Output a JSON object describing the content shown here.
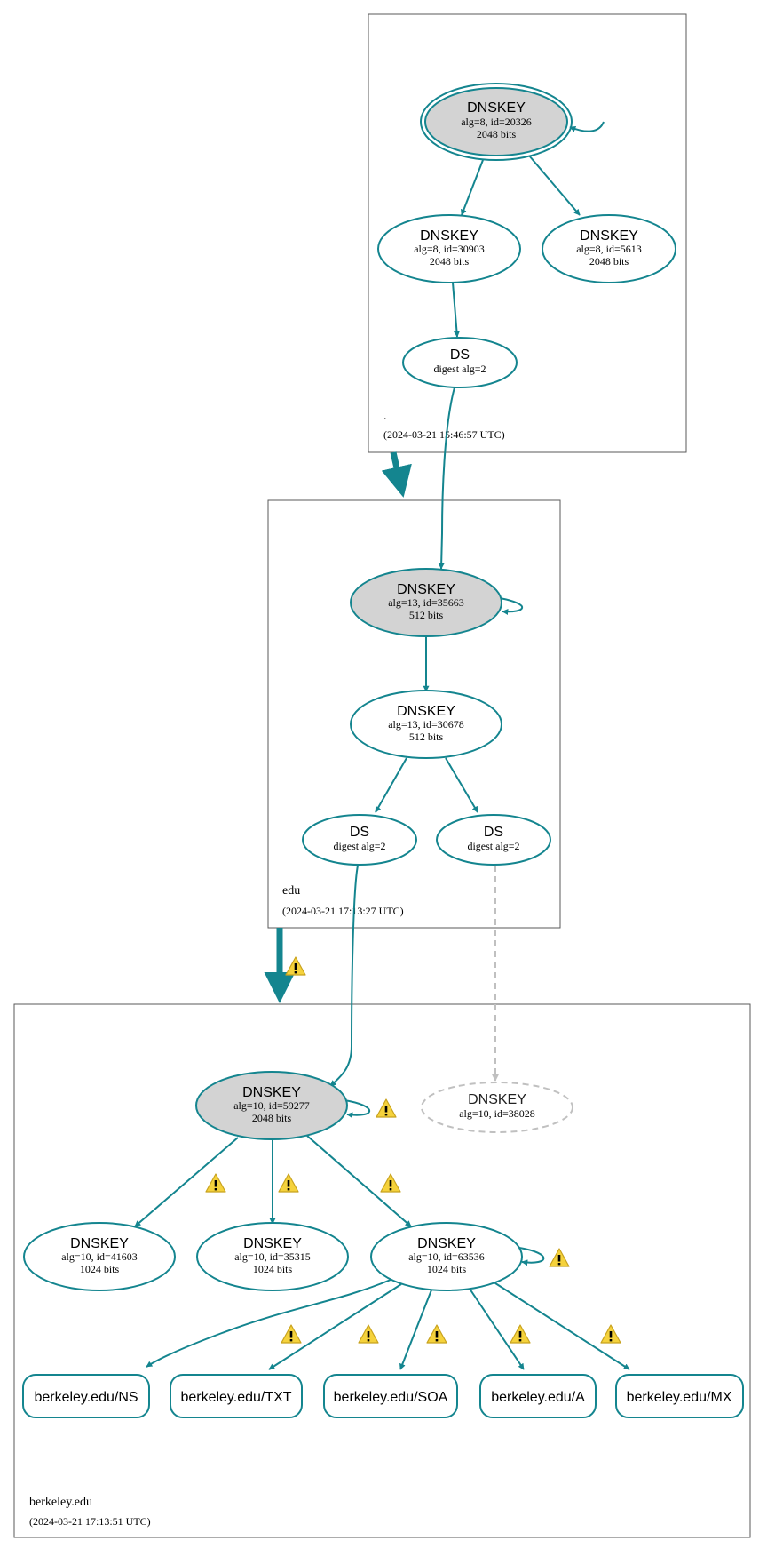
{
  "zones": {
    "root": {
      "name": ".",
      "timestamp": "(2024-03-21 15:46:57 UTC)"
    },
    "edu": {
      "name": "edu",
      "timestamp": "(2024-03-21 17:13:27 UTC)"
    },
    "berkeley": {
      "name": "berkeley.edu",
      "timestamp": "(2024-03-21 17:13:51 UTC)"
    }
  },
  "nodes": {
    "root_ksk": {
      "title": "DNSKEY",
      "l1": "alg=8, id=20326",
      "l2": "2048 bits"
    },
    "root_zsk1": {
      "title": "DNSKEY",
      "l1": "alg=8, id=30903",
      "l2": "2048 bits"
    },
    "root_zsk2": {
      "title": "DNSKEY",
      "l1": "alg=8, id=5613",
      "l2": "2048 bits"
    },
    "root_ds": {
      "title": "DS",
      "l1": "digest alg=2"
    },
    "edu_ksk": {
      "title": "DNSKEY",
      "l1": "alg=13, id=35663",
      "l2": "512 bits"
    },
    "edu_zsk": {
      "title": "DNSKEY",
      "l1": "alg=13, id=30678",
      "l2": "512 bits"
    },
    "edu_ds1": {
      "title": "DS",
      "l1": "digest alg=2"
    },
    "edu_ds2": {
      "title": "DS",
      "l1": "digest alg=2"
    },
    "bk_ksk": {
      "title": "DNSKEY",
      "l1": "alg=10, id=59277",
      "l2": "2048 bits"
    },
    "bk_missing": {
      "title": "DNSKEY",
      "l1": "alg=10, id=38028"
    },
    "bk_k1": {
      "title": "DNSKEY",
      "l1": "alg=10, id=41603",
      "l2": "1024 bits"
    },
    "bk_k2": {
      "title": "DNSKEY",
      "l1": "alg=10, id=35315",
      "l2": "1024 bits"
    },
    "bk_k3": {
      "title": "DNSKEY",
      "l1": "alg=10, id=63536",
      "l2": "1024 bits"
    }
  },
  "records": {
    "ns": "berkeley.edu/NS",
    "txt": "berkeley.edu/TXT",
    "soa": "berkeley.edu/SOA",
    "a": "berkeley.edu/A",
    "mx": "berkeley.edu/MX"
  },
  "colors": {
    "edge": "#14858f",
    "ksk_fill": "#d3d3d3",
    "ghost": "#c0c0c0",
    "warning_fill": "#f5d23c",
    "warning_stroke": "#c8a21e"
  },
  "icons": {
    "warning": "warning-icon"
  }
}
